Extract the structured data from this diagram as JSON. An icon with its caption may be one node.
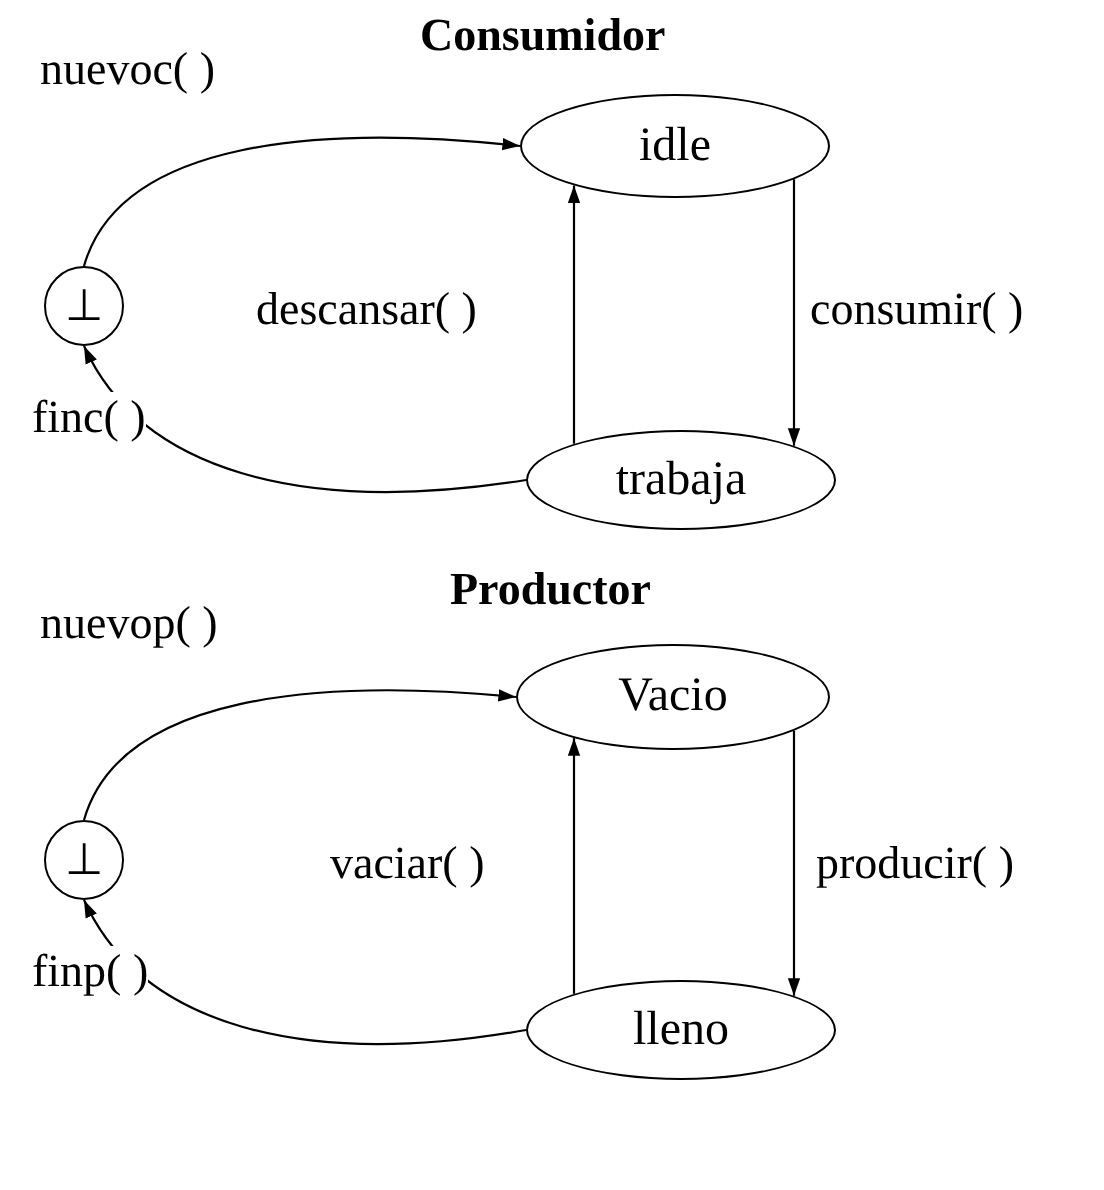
{
  "diagram": {
    "nodes": [
      {
        "text": [
          "⊥"
        ]
      },
      {
        "text": [
          "idle"
        ]
      },
      {
        "text": [
          "trabaja"
        ]
      },
      {
        "text": [
          "⊥"
        ]
      },
      {
        "text": [
          "Vacio"
        ]
      },
      {
        "text": [
          "lleno"
        ]
      }
    ],
    "edges": [
      {
        "from": 0,
        "to": 1,
        "arrow": "to",
        "label": "nuevoc( )"
      },
      {
        "from": 2,
        "to": 0,
        "arrow": "to",
        "label": "finc( )"
      },
      {
        "from": 1,
        "to": 2,
        "arrow": "to",
        "label": "consumir( )"
      },
      {
        "from": 2,
        "to": 1,
        "arrow": "to",
        "label": "descansar( )"
      },
      {
        "from": 3,
        "to": 4,
        "arrow": "to",
        "label": "nuevop( )"
      },
      {
        "from": 5,
        "to": 3,
        "arrow": "to",
        "label": "finp( )"
      },
      {
        "from": 4,
        "to": 5,
        "arrow": "to",
        "label": "producir( )"
      },
      {
        "from": 5,
        "to": 4,
        "arrow": "to",
        "label": "vaciar( )"
      }
    ],
    "labels": [
      "Consumidor",
      "Productor"
    ]
  }
}
